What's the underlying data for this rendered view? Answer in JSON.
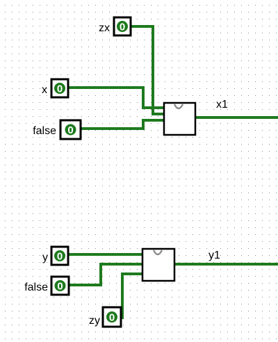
{
  "circuit": {
    "wire_color": "#1e7a1e",
    "grid_color": "#8a8a8a",
    "pin_fill_color": "#1e7a1e",
    "inputs": {
      "zx": {
        "label": "zx",
        "value": "0"
      },
      "x": {
        "label": "x",
        "value": "0"
      },
      "false_top": {
        "label": "false",
        "value": "0"
      },
      "y": {
        "label": "y",
        "value": "0"
      },
      "false_bottom": {
        "label": "false",
        "value": "0"
      },
      "zy": {
        "label": "zy",
        "value": "0"
      }
    },
    "outputs": {
      "x1": {
        "label": "x1"
      },
      "y1": {
        "label": "y1"
      }
    },
    "components": [
      {
        "id": "mux-top",
        "kind": "multiplexer",
        "inputs": [
          "x",
          "false_top"
        ],
        "select": "zx",
        "output": "x1"
      },
      {
        "id": "mux-bottom",
        "kind": "multiplexer",
        "inputs": [
          "y",
          "false_bottom"
        ],
        "select": "zy",
        "output": "y1"
      }
    ]
  }
}
